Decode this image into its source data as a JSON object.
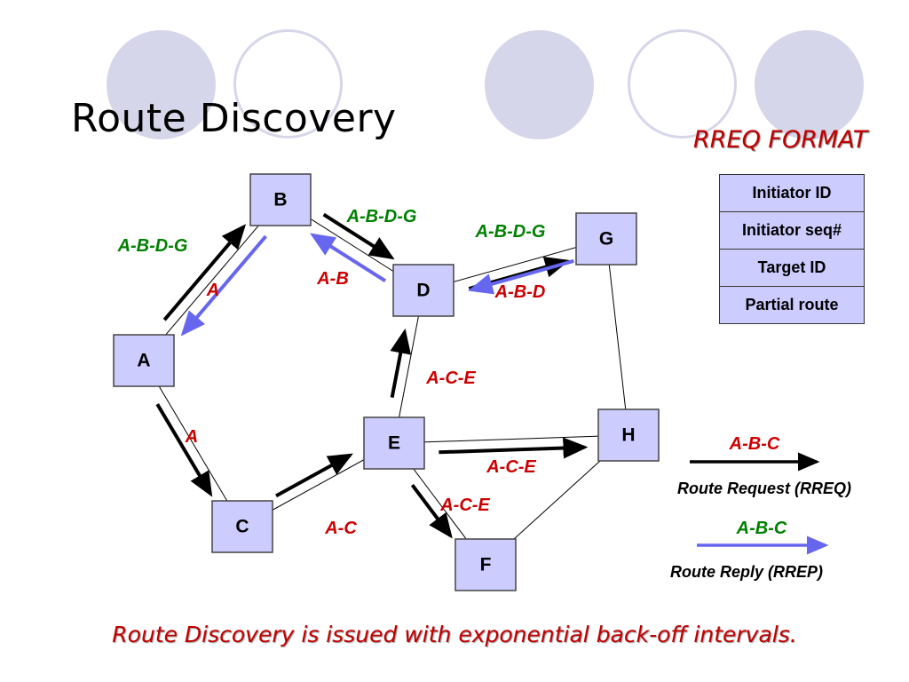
{
  "title": "Route Discovery",
  "rreq_format": {
    "heading": "RREQ FORMAT",
    "fields": [
      "Initiator ID",
      "Initiator seq#",
      "Target ID",
      "Partial route"
    ]
  },
  "colors": {
    "node_fill": "#ccccff",
    "request_arrow": "#000000",
    "reply_arrow": "#6666ee",
    "request_label": "#cc0000",
    "reply_label": "#008000",
    "decor_circle": "#d6d6ea"
  },
  "nodes": [
    {
      "id": "A",
      "label": "A"
    },
    {
      "id": "B",
      "label": "B"
    },
    {
      "id": "C",
      "label": "C"
    },
    {
      "id": "D",
      "label": "D"
    },
    {
      "id": "E",
      "label": "E"
    },
    {
      "id": "F",
      "label": "F"
    },
    {
      "id": "G",
      "label": "G"
    },
    {
      "id": "H",
      "label": "H"
    }
  ],
  "links": [
    [
      "A",
      "B"
    ],
    [
      "A",
      "C"
    ],
    [
      "B",
      "D"
    ],
    [
      "C",
      "E"
    ],
    [
      "D",
      "E"
    ],
    [
      "D",
      "G"
    ],
    [
      "E",
      "H"
    ],
    [
      "E",
      "F"
    ],
    [
      "G",
      "H"
    ],
    [
      "F",
      "H"
    ]
  ],
  "route_requests": [
    {
      "from": "A",
      "to": "B",
      "label": "A"
    },
    {
      "from": "A",
      "to": "C",
      "label": "A"
    },
    {
      "from": "B",
      "to": "D",
      "label": "A-B"
    },
    {
      "from": "C",
      "to": "E",
      "label": "A-C"
    },
    {
      "from": "E",
      "to": "D",
      "label": "A-C-E"
    },
    {
      "from": "E",
      "to": "H",
      "label": "A-C-E"
    },
    {
      "from": "E",
      "to": "F",
      "label": "A-C-E"
    },
    {
      "from": "D",
      "to": "G",
      "label": "A-B-D"
    }
  ],
  "route_replies": [
    {
      "from": "G",
      "to": "D",
      "label": "A-B-D-G"
    },
    {
      "from": "D",
      "to": "B",
      "label": "A-B-D-G"
    },
    {
      "from": "B",
      "to": "A",
      "label": "A-B-D-G"
    }
  ],
  "legend": {
    "request": {
      "sample_label": "A-B-C",
      "text": "Route Request (RREQ)"
    },
    "reply": {
      "sample_label": "A-B-C",
      "text": "Route Reply (RREP)"
    }
  },
  "footer": "Route Discovery is issued with exponential back-off intervals."
}
